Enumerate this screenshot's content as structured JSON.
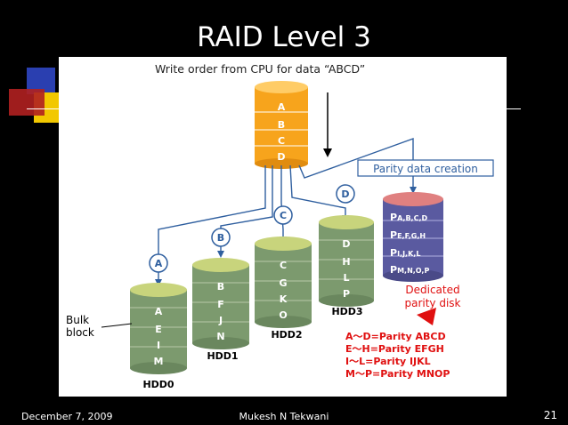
{
  "slide": {
    "title": "RAID Level 3",
    "footer_date": "December 7, 2009",
    "footer_author": "Mukesh N Tekwani",
    "page_number": "21"
  },
  "diagram": {
    "header": "Write order from CPU for data “ABCD”",
    "cpu_blocks": [
      "A",
      "B",
      "C",
      "D"
    ],
    "parity_creation_label": "Parity data creation",
    "bulk_block_label": [
      "Bulk",
      "block"
    ],
    "dedicated_label": [
      "Dedicated",
      "parity disk"
    ],
    "disks": [
      {
        "name": "HDD0",
        "blocks": [
          "A",
          "E",
          "I",
          "M"
        ],
        "circle": "A"
      },
      {
        "name": "HDD1",
        "blocks": [
          "B",
          "F",
          "J",
          "N"
        ],
        "circle": "B"
      },
      {
        "name": "HDD2",
        "blocks": [
          "C",
          "G",
          "K",
          "O"
        ],
        "circle": "C"
      },
      {
        "name": "HDD3",
        "blocks": [
          "D",
          "H",
          "L",
          "P"
        ],
        "circle": "D"
      }
    ],
    "parity_blocks": [
      {
        "main": "P",
        "sub": "A,B,C,D"
      },
      {
        "main": "P",
        "sub": "E,F,G,H"
      },
      {
        "main": "P",
        "sub": "I,J,K,L"
      },
      {
        "main": "P",
        "sub": "M,N,O,P"
      }
    ],
    "parity_legend": [
      "A〜D=Parity ABCD",
      "E〜H=Parity EFGH",
      "I〜L=Parity IJKL",
      "M〜P=Parity MNOP"
    ]
  },
  "colors": {
    "background": "#000000",
    "diagram_bg": "#ffffff",
    "cpu_disk": "#f7a41c",
    "data_disk": "#7c9a6e",
    "data_disk_top": "#c8d47c",
    "parity_disk": "#5a5aa0",
    "parity_disk_top": "#e08080",
    "link_blue": "#2f5f9f",
    "legend_red": "#e01010"
  }
}
